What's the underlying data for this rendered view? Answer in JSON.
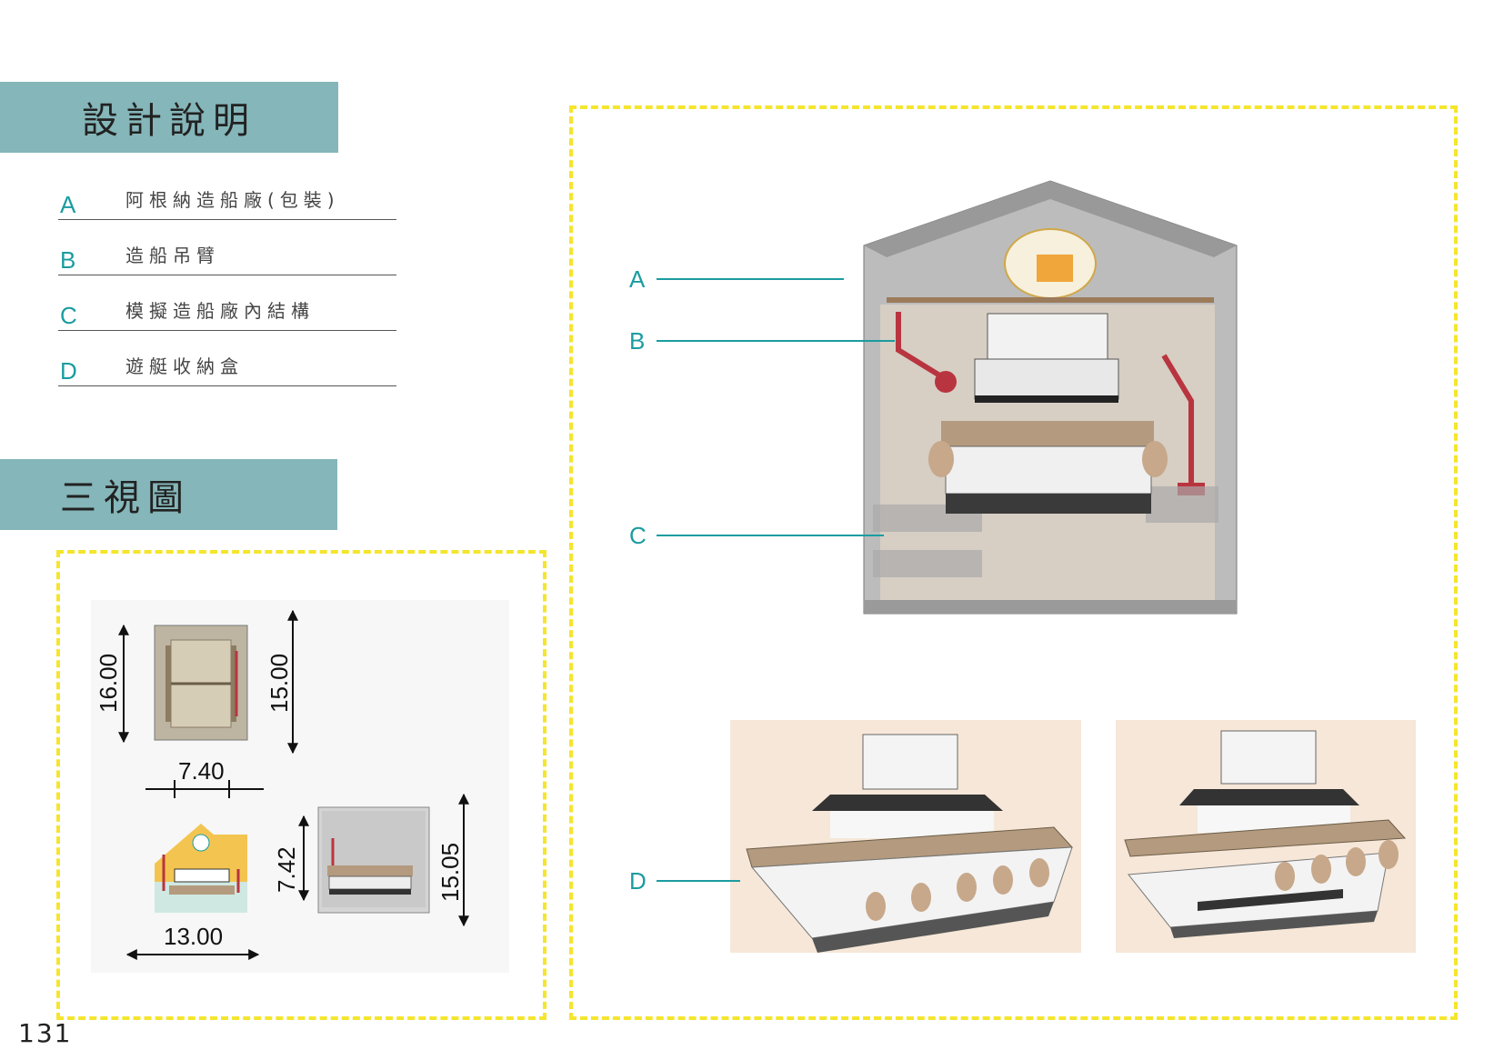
{
  "sections": {
    "design_title": "設計說明",
    "views_title": "三視圖"
  },
  "legend": [
    {
      "letter": "A",
      "text": "阿根納造船廠(包裝)"
    },
    {
      "letter": "B",
      "text": "造船吊臂"
    },
    {
      "letter": "C",
      "text": "模擬造船廠內結構"
    },
    {
      "letter": "D",
      "text": "遊艇收納盒"
    }
  ],
  "callouts": [
    "A",
    "B",
    "C",
    "D"
  ],
  "dimensions": {
    "top_view_height": "16.00",
    "top_view_depth": "15.00",
    "top_view_width": "7.40",
    "front_view_width": "13.00",
    "side_view_inner": "7.42",
    "side_view_height": "15.05"
  },
  "page_number": "131",
  "colors": {
    "banner": "#85b6b9",
    "accent_teal": "#1a9ca0",
    "dash_yellow": "#f5e52c",
    "crane_red": "#b8353f",
    "hull_wood": "#b49a7e"
  }
}
